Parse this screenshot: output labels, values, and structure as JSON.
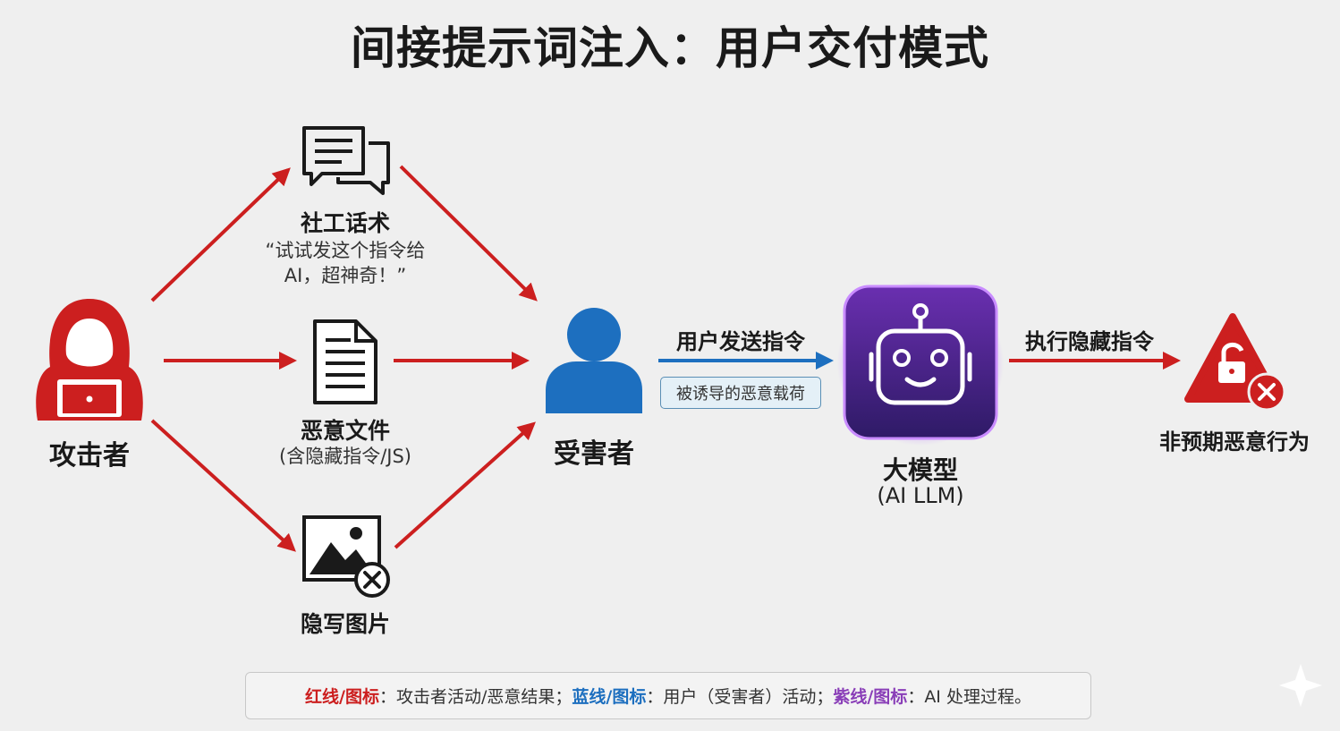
{
  "title": "间接提示词注入：用户交付模式",
  "nodes": {
    "attacker": {
      "label": "攻击者",
      "icon": "hooded-hacker-laptop-icon"
    },
    "social": {
      "label": "社工话术",
      "sub1": "“试试发这个指令给",
      "sub2": "AI，超神奇！”",
      "icon": "chat-bubbles-icon"
    },
    "file": {
      "label": "恶意文件",
      "sub": "(含隐藏指令/JS)",
      "icon": "document-icon"
    },
    "image": {
      "label": "隐写图片",
      "icon": "image-with-x-icon"
    },
    "victim": {
      "label": "受害者",
      "icon": "user-person-icon"
    },
    "llm": {
      "label": "大模型",
      "sub": "(AI LLM)",
      "icon": "robot-icon"
    },
    "outcome": {
      "label": "非预期恶意行为",
      "icon": "warning-unlock-x-icon"
    }
  },
  "edges": {
    "send": {
      "label": "用户发送指令",
      "tag": "被诱导的恶意载荷"
    },
    "execute": {
      "label": "执行隐藏指令"
    }
  },
  "legend": {
    "red_key": "红线/图标",
    "red_text": "：攻击者活动/恶意结果；",
    "blue_key": "蓝线/图标",
    "blue_text": "：用户（受害者）活动；",
    "purple_key": "紫线/图标",
    "purple_text": "：AI 处理过程。"
  },
  "colors": {
    "red": "#cc1f1f",
    "blue": "#1d6fbf",
    "purple": "#6b2fb3",
    "dark": "#1a1a1a"
  }
}
